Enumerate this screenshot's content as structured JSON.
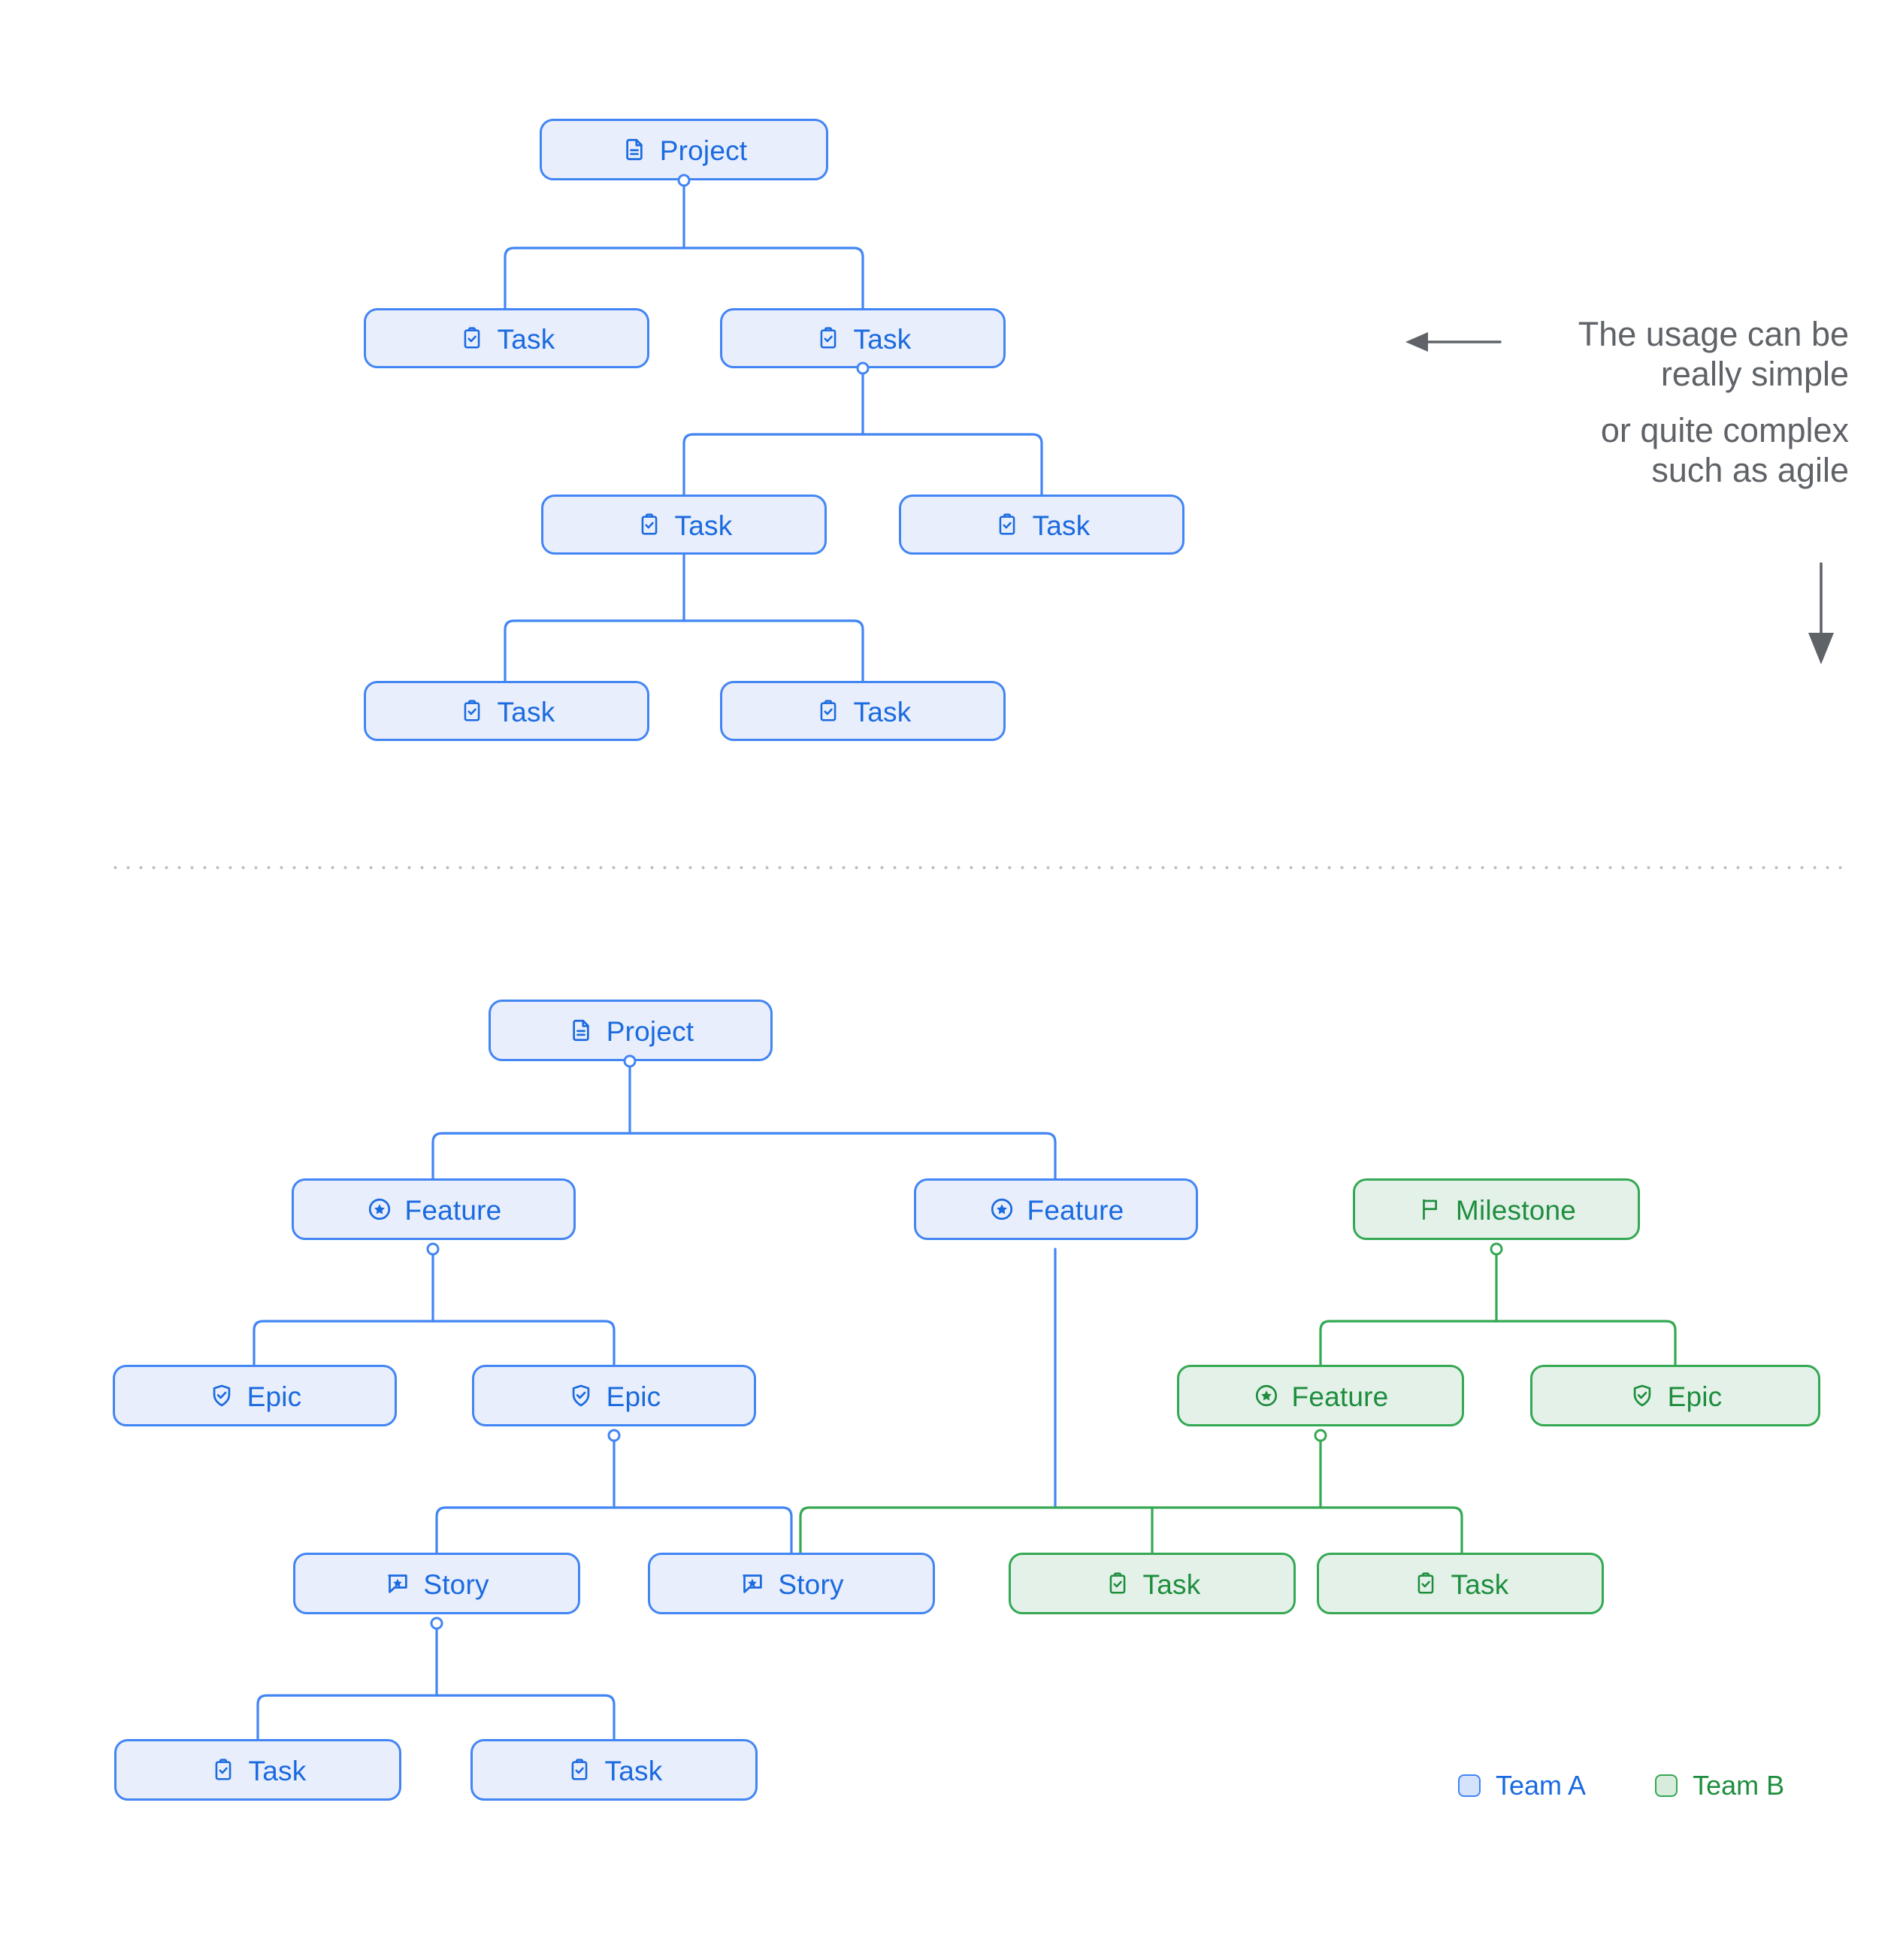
{
  "theme": {
    "team_a_border": "#4285f4",
    "team_a_fill": "#e8eefb",
    "team_a_text": "#1a6ae0",
    "team_b_border": "#34a853",
    "team_b_fill": "#e4f1e8",
    "team_b_text": "#1e8e3e",
    "annotation_color": "#5f6368",
    "divider_color": "#b8bcc4",
    "background": "#ffffff"
  },
  "annotation": {
    "line1": "The usage can be",
    "line2": "really simple",
    "line3": "or quite complex",
    "line4": "such as agile",
    "left_arrow_icon": "arrow-left-icon",
    "down_arrow_icon": "arrow-down-icon"
  },
  "legend": {
    "items": [
      {
        "label": "Team A",
        "color": "#4285f4",
        "swatch_icon": "square-swatch-icon"
      },
      {
        "label": "Team B",
        "color": "#34a853",
        "swatch_icon": "square-swatch-icon"
      }
    ]
  },
  "diagram_simple": {
    "title": "simple-project-tree",
    "nodes": [
      {
        "id": "s-project",
        "label": "Project",
        "icon": "document-icon",
        "team": "Team A"
      },
      {
        "id": "s-task-1",
        "label": "Task",
        "icon": "clipboard-check-icon",
        "team": "Team A"
      },
      {
        "id": "s-task-2",
        "label": "Task",
        "icon": "clipboard-check-icon",
        "team": "Team A"
      },
      {
        "id": "s-task-3",
        "label": "Task",
        "icon": "clipboard-check-icon",
        "team": "Team A"
      },
      {
        "id": "s-task-4",
        "label": "Task",
        "icon": "clipboard-check-icon",
        "team": "Team A"
      },
      {
        "id": "s-task-5",
        "label": "Task",
        "icon": "clipboard-check-icon",
        "team": "Team A"
      },
      {
        "id": "s-task-6",
        "label": "Task",
        "icon": "clipboard-check-icon",
        "team": "Team A"
      }
    ],
    "edges": [
      {
        "from": "s-project",
        "to": "s-task-1"
      },
      {
        "from": "s-project",
        "to": "s-task-2"
      },
      {
        "from": "s-task-2",
        "to": "s-task-3"
      },
      {
        "from": "s-task-2",
        "to": "s-task-4"
      },
      {
        "from": "s-task-3",
        "to": "s-task-5"
      },
      {
        "from": "s-task-3",
        "to": "s-task-6"
      }
    ]
  },
  "diagram_agile": {
    "title": "agile-project-tree",
    "nodes": [
      {
        "id": "a-project",
        "label": "Project",
        "icon": "document-icon",
        "team": "Team A"
      },
      {
        "id": "a-feature-1",
        "label": "Feature",
        "icon": "star-circle-icon",
        "team": "Team A"
      },
      {
        "id": "a-feature-2",
        "label": "Feature",
        "icon": "star-circle-icon",
        "team": "Team A"
      },
      {
        "id": "a-milestone",
        "label": "Milestone",
        "icon": "flag-icon",
        "team": "Team B"
      },
      {
        "id": "a-epic-1",
        "label": "Epic",
        "icon": "shield-check-icon",
        "team": "Team A"
      },
      {
        "id": "a-epic-2",
        "label": "Epic",
        "icon": "shield-check-icon",
        "team": "Team A"
      },
      {
        "id": "a-feature-3",
        "label": "Feature",
        "icon": "star-circle-icon",
        "team": "Team B"
      },
      {
        "id": "a-epic-3",
        "label": "Epic",
        "icon": "shield-check-icon",
        "team": "Team B"
      },
      {
        "id": "a-story-1",
        "label": "Story",
        "icon": "comment-star-icon",
        "team": "Team A"
      },
      {
        "id": "a-story-2",
        "label": "Story",
        "icon": "comment-star-icon",
        "team": "Team A"
      },
      {
        "id": "a-task-1",
        "label": "Task",
        "icon": "clipboard-check-icon",
        "team": "Team B"
      },
      {
        "id": "a-task-2",
        "label": "Task",
        "icon": "clipboard-check-icon",
        "team": "Team B"
      },
      {
        "id": "a-task-3",
        "label": "Task",
        "icon": "clipboard-check-icon",
        "team": "Team A"
      },
      {
        "id": "a-task-4",
        "label": "Task",
        "icon": "clipboard-check-icon",
        "team": "Team A"
      }
    ],
    "edges": [
      {
        "from": "a-project",
        "to": "a-feature-1"
      },
      {
        "from": "a-project",
        "to": "a-feature-2"
      },
      {
        "from": "a-feature-1",
        "to": "a-epic-1"
      },
      {
        "from": "a-feature-1",
        "to": "a-epic-2"
      },
      {
        "from": "a-milestone",
        "to": "a-feature-3"
      },
      {
        "from": "a-milestone",
        "to": "a-epic-3"
      },
      {
        "from": "a-epic-2",
        "to": "a-story-1"
      },
      {
        "from": "a-epic-2",
        "to": "a-story-2"
      },
      {
        "from": "a-feature-2",
        "to": "a-task-1"
      },
      {
        "from": "a-feature-3",
        "to": "a-task-1"
      },
      {
        "from": "a-feature-3",
        "to": "a-task-2"
      },
      {
        "from": "a-story-1",
        "to": "a-task-3"
      },
      {
        "from": "a-story-1",
        "to": "a-task-4"
      }
    ]
  }
}
